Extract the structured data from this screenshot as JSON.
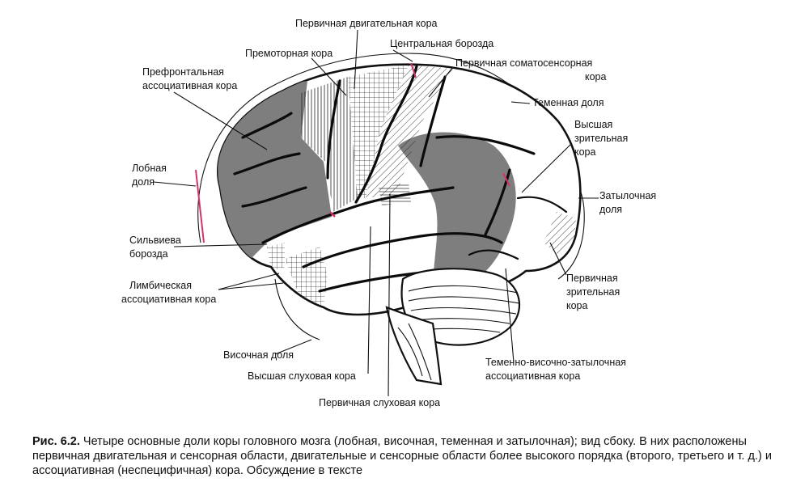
{
  "labels": {
    "primary_motor": "Первичная двигательная кора",
    "central_sulcus": "Центральная борозда",
    "premotor": "Премоторная кора",
    "primary_somatosensory_1": "Первичная соматосенсорная",
    "primary_somatosensory_2": "кора",
    "prefrontal_1": "Префронтальная",
    "prefrontal_2": "ассоциативная кора",
    "parietal_lobe": "Теменная доля",
    "higher_visual_1": "Высшая",
    "higher_visual_2": "зрительная",
    "higher_visual_3": "кора",
    "frontal_lobe_1": "Лобная",
    "frontal_lobe_2": "доля",
    "occipital_lobe_1": "Затылочная",
    "occipital_lobe_2": "доля",
    "sylvian_1": "Сильвиева",
    "sylvian_2": "борозда",
    "limbic_1": "Лимбическая",
    "limbic_2": "ассоциативная кора",
    "primary_visual_1": "Первичная",
    "primary_visual_2": "зрительная",
    "primary_visual_3": "кора",
    "temporal_lobe": "Височная доля",
    "tpo_1": "Теменно-височно-затылочная",
    "tpo_2": "ассоциативная кора",
    "higher_auditory": "Высшая слуховая кора",
    "primary_auditory": "Первичная слуховая кора"
  },
  "caption": {
    "number": "Рис. 6.2.",
    "text": " Четыре основные доли коры головного мозга (лобная, височная, теменная и затылочная); вид сбоку. В них расположены первичная двигательная и сенсорная области, двигательные и сенсорные области более высокого порядка (второго, третьего и т. д.) и ассоциативная (неспецифичная) кора. Обсуждение в тексте"
  },
  "colors": {
    "lobe_marker": "#d6336c",
    "association_cortex": "#7e7e7e",
    "outline": "#111111"
  }
}
